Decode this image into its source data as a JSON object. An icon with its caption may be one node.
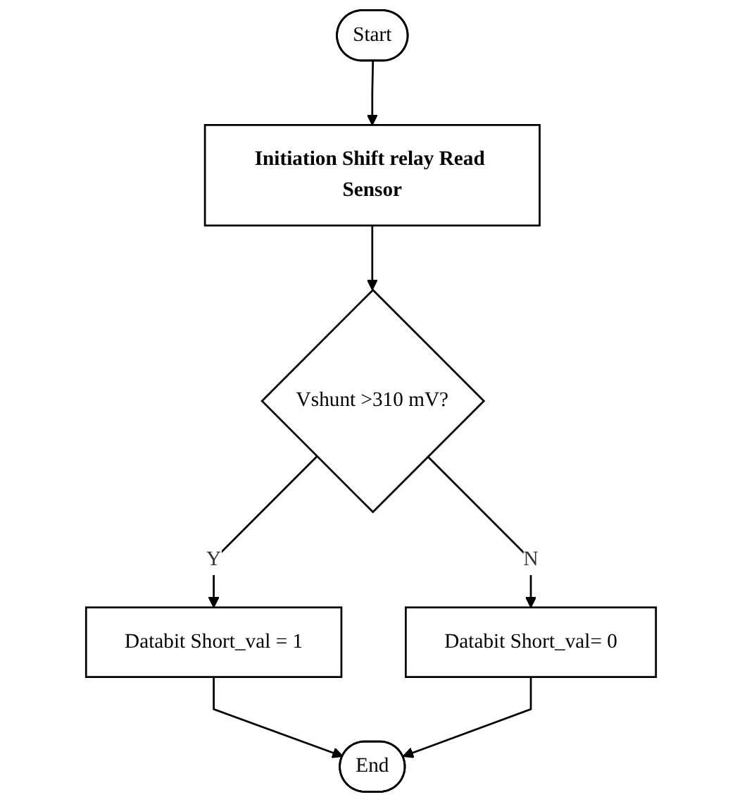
{
  "diagram": {
    "nodes": [
      {
        "text": [
          "Start"
        ]
      },
      {
        "text": [
          "Initiation Shift relay Read Sensor"
        ]
      },
      {
        "text": [
          "Vshunt >310 mV?"
        ]
      },
      {
        "text": [
          "Databit Short_val= 0"
        ]
      },
      {
        "text": [
          "Databit Short_val = 1"
        ]
      },
      {
        "text": [
          "End"
        ]
      }
    ],
    "edges": [
      {
        "from": 0,
        "to": 1,
        "arrow": "to"
      },
      {
        "from": 1,
        "to": 2,
        "arrow": "to"
      },
      {
        "from": 2,
        "to": 3,
        "label": "N",
        "arrow": "to"
      },
      {
        "from": 2,
        "to": 4,
        "label": "Y",
        "arrow": "to"
      },
      {
        "from": 4,
        "to": 5,
        "arrow": "to"
      },
      {
        "from": 3,
        "to": 5,
        "arrow": "to"
      }
    ]
  }
}
